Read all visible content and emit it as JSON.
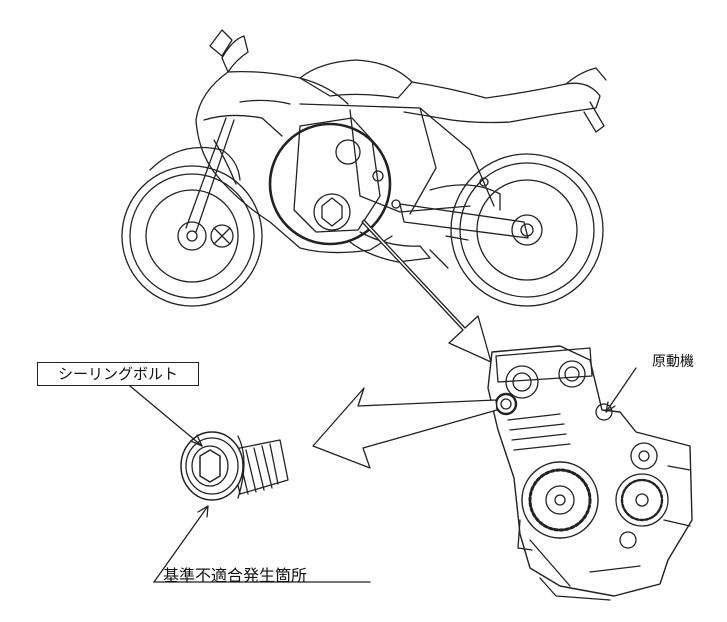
{
  "labels": {
    "sealing_bolt": "シーリングボルト",
    "engine": "原動機",
    "defect_location": "基準不適合発生箇所"
  },
  "colors": {
    "line": "#222222",
    "background": "#ffffff"
  },
  "icons": [
    "motorcycle-illustration",
    "engine-illustration",
    "sealing-bolt-illustration",
    "callout-arrow"
  ]
}
